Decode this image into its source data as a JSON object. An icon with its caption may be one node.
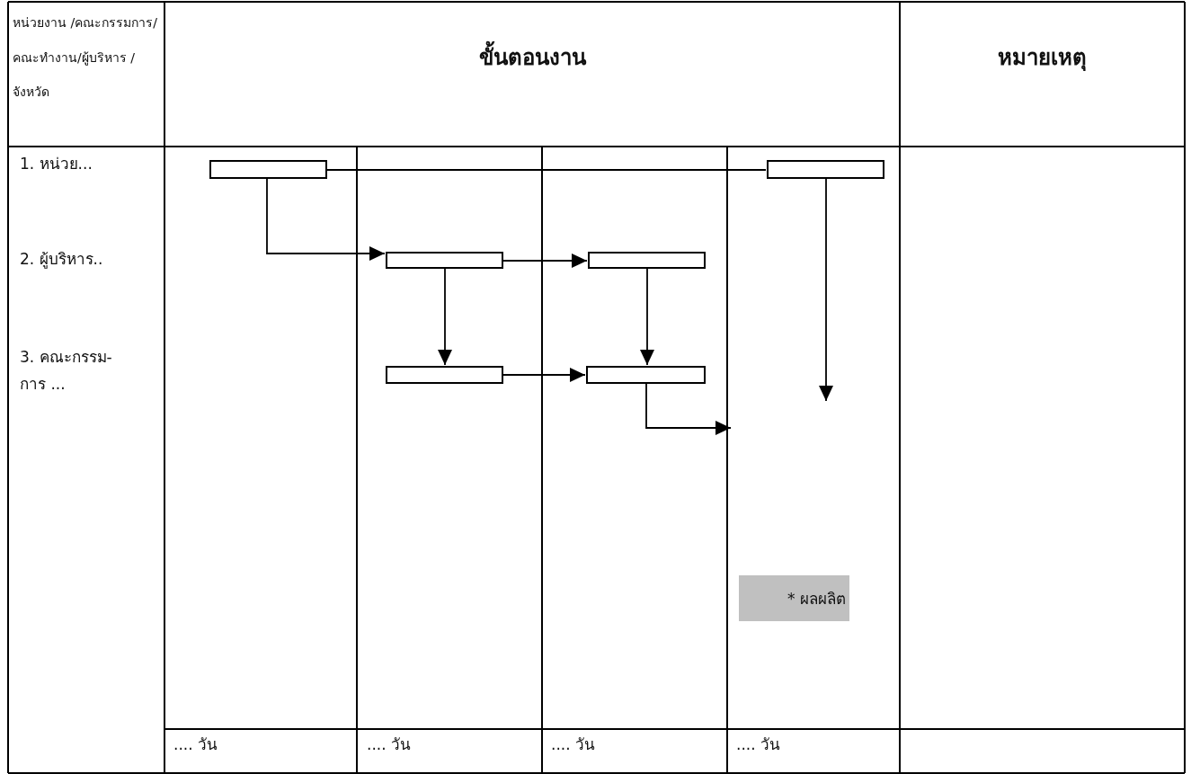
{
  "diagram": {
    "nodes": [
      {
        "text": [],
        "shape": "box"
      },
      {
        "text": [],
        "shape": "box"
      },
      {
        "text": [],
        "shape": "box"
      },
      {
        "text": [],
        "shape": "box"
      },
      {
        "text": [],
        "shape": "box"
      },
      {
        "text": [],
        "shape": "box"
      },
      {
        "text": [
          "* ผลผลิต"
        ]
      }
    ],
    "edges": [
      {
        "from": 0,
        "to": 1,
        "arrow": "none"
      },
      {
        "from": 0,
        "to": 2,
        "arrow": "to"
      },
      {
        "from": 2,
        "to": 3,
        "arrow": "to"
      },
      {
        "from": 2,
        "to": 4,
        "arrow": "to"
      },
      {
        "from": 3,
        "to": 5,
        "arrow": "to"
      },
      {
        "from": 4,
        "to": 5,
        "arrow": "to"
      },
      {
        "from": 5,
        "to": null,
        "arrow": "to"
      },
      {
        "from": 1,
        "to": null,
        "arrow": "to"
      }
    ],
    "labels": [
      "หน่วยงาน /คณะกรรมการ/คณะทำงาน/ผู้บริหาร /จังหวัด",
      "ขั้นตอนงาน",
      "หมายเหตุ",
      "1. หน่วย...",
      "2. ผู้บริหาร..",
      "3. คณะกรรม-การ ...",
      ".... วัน",
      ".... วัน",
      ".... วัน",
      ".... วัน"
    ]
  }
}
